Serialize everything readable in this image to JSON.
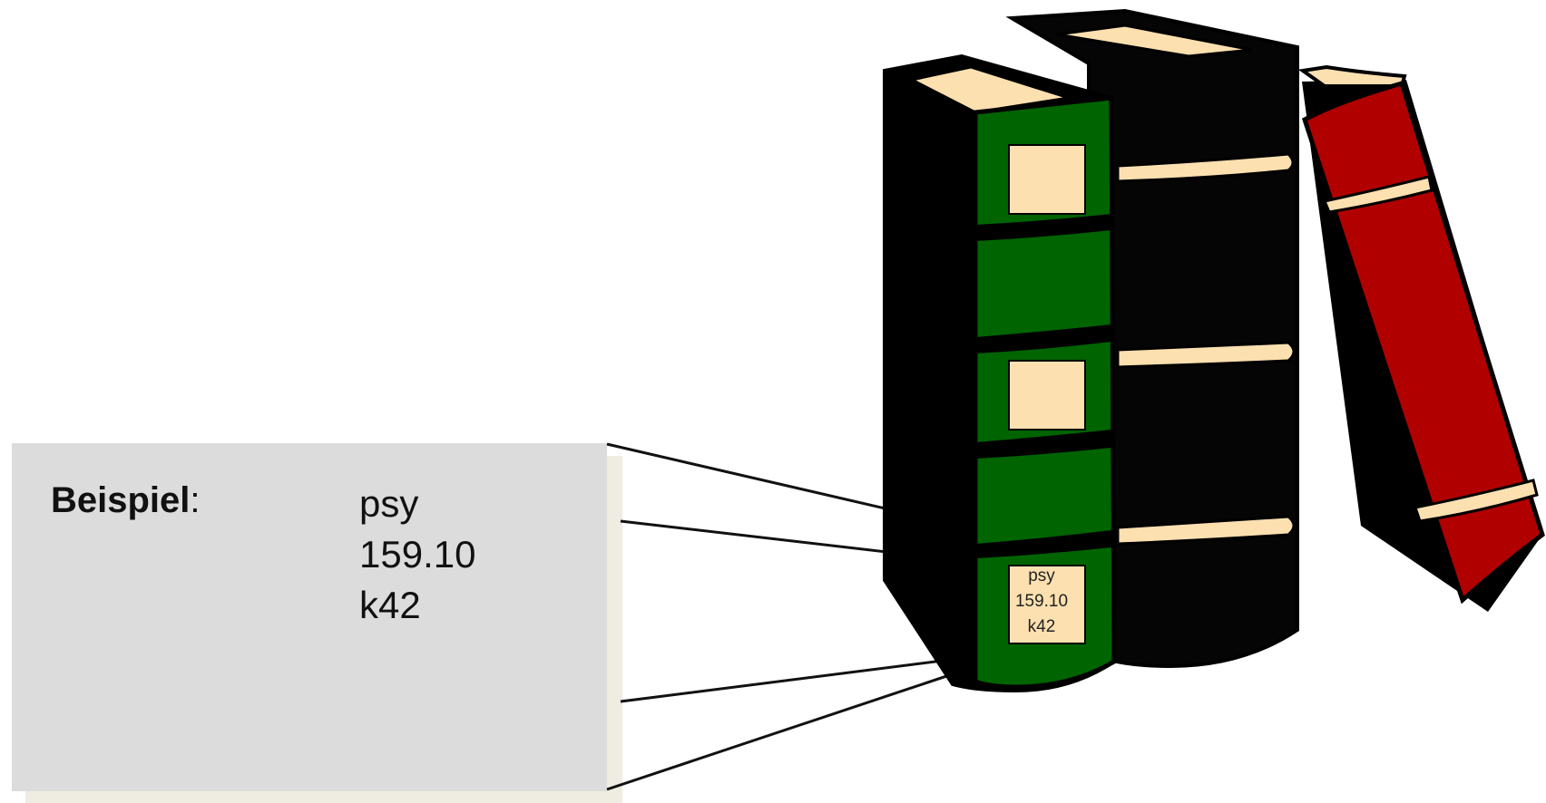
{
  "example": {
    "label": "Beispiel",
    "colon": ":",
    "call_number_lines": [
      "psy",
      "159.10",
      "k42"
    ]
  },
  "spine_label": {
    "lines": [
      "psy",
      "159.10",
      "k42"
    ]
  },
  "colors": {
    "book_outline": "#000000",
    "book_green": "#006400",
    "book_red": "#b10000",
    "book_black": "#050505",
    "pages_cream": "#fde0b0",
    "panel_gray": "#dcdcdc"
  }
}
